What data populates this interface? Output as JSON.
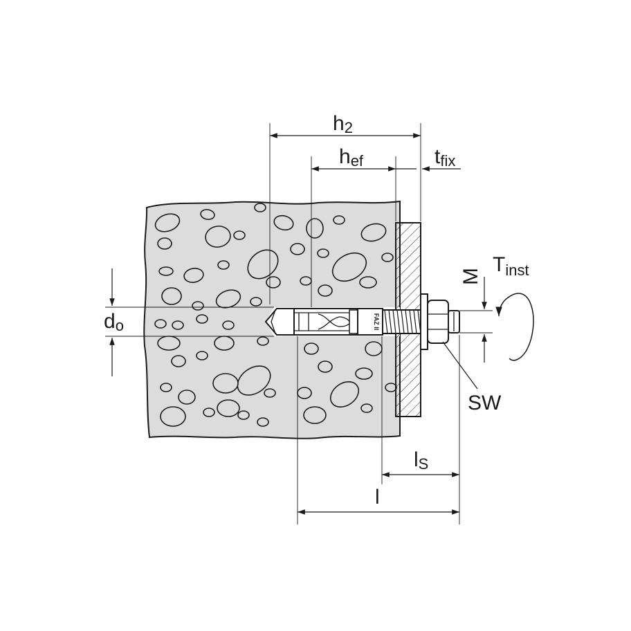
{
  "labels": {
    "h2": {
      "main": "h",
      "sub": "2"
    },
    "hef": {
      "main": "h",
      "sub": "ef"
    },
    "tfix": {
      "main": "t",
      "sub": "fix"
    },
    "d0": {
      "main": "d",
      "sub": "o"
    },
    "tinst": {
      "main": "T",
      "sub": "inst"
    },
    "m": "M",
    "sw": "SW",
    "ls": {
      "main": "l",
      "sub": "S"
    },
    "l": "l",
    "anchor_mark": "FAZ II"
  },
  "colors": {
    "concrete": "#dcdcdc",
    "line": "#1a1a1a",
    "steel": "#ffffff"
  }
}
